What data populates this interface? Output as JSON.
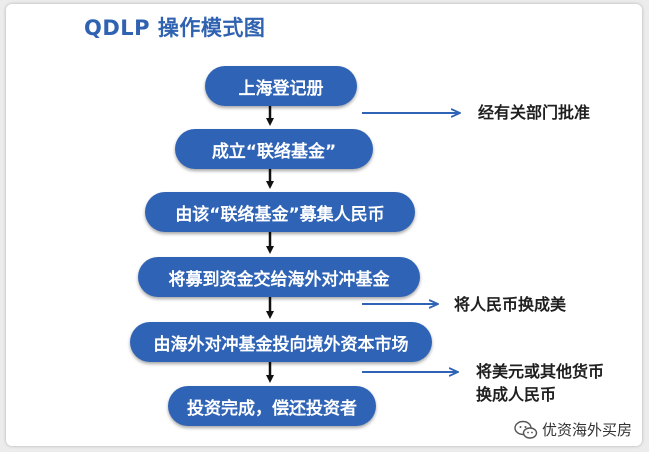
{
  "title": "QDLP 操作模式图",
  "steps": [
    "上海登记册",
    "成立“联络基金”",
    "由该“联络基金”募集人民币",
    "将募到资金交给海外对冲基金",
    "由海外对冲基金投向境外资本市场",
    "投资完成，偿还投资者"
  ],
  "notes": [
    "经有关部门批准",
    "将人民币换成美",
    "将美元或其他货币",
    "换成人民币"
  ],
  "watermark": "优资海外买房",
  "colors": {
    "step_fill": "#2f63b6",
    "title": "#2f62b0",
    "side_arrow": "#2f63b6",
    "down_arrow": "#111111"
  }
}
